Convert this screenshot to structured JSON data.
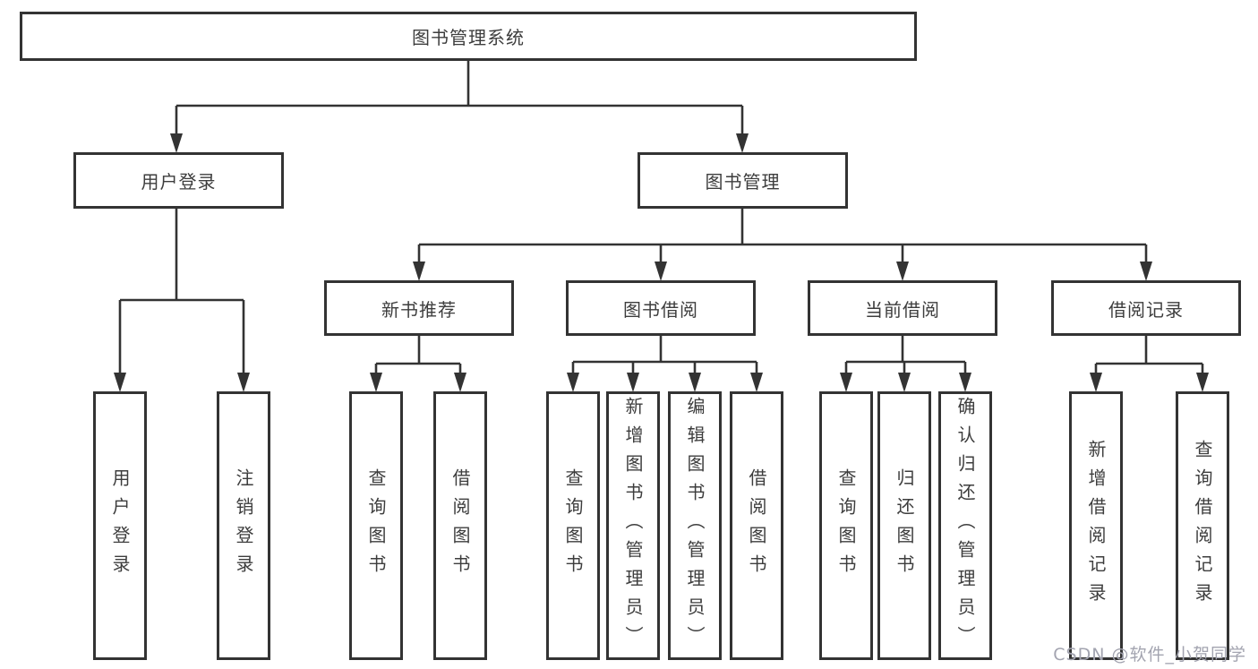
{
  "diagram": {
    "root": {
      "label": "图书管理系统"
    },
    "level2": [
      {
        "label": "用户登录"
      },
      {
        "label": "图书管理"
      }
    ],
    "level3": [
      {
        "label": "新书推荐"
      },
      {
        "label": "图书借阅"
      },
      {
        "label": "当前借阅"
      },
      {
        "label": "借阅记录"
      }
    ],
    "leaves": {
      "user_login": [
        "用户登录",
        "注销登录"
      ],
      "new_book_recommend": [
        "查询图书",
        "借阅图书"
      ],
      "book_borrow": [
        "查询图书",
        "新增图书（管理员）",
        "编辑图书（管理员）",
        "借阅图书"
      ],
      "current_borrow": [
        "查询图书",
        "归还图书",
        "确认归还（管理员）"
      ],
      "borrow_records": [
        "新增借阅记录",
        "查询借阅记录"
      ]
    }
  },
  "watermark": {
    "text": "CSDN @软件_小贺同学"
  },
  "colors": {
    "line": "#333333",
    "box_border": "#333333",
    "box_background": "#ffffff",
    "text": "#3d3d3d",
    "watermark": "#a3a4b0",
    "page_background": "#ffffff"
  }
}
